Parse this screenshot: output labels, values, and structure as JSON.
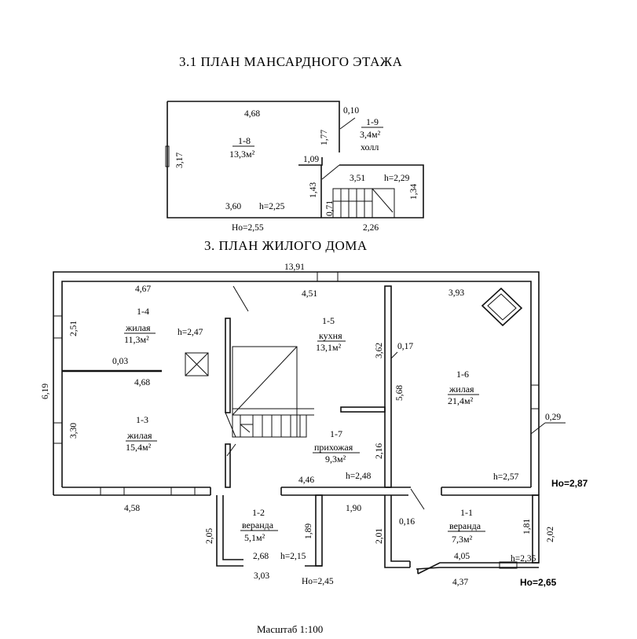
{
  "titles": {
    "attic": "3.1 ПЛАН МАНСАРДНОГО ЭТАЖА",
    "house": "3. ПЛАН ЖИЛОГО ДОМА"
  },
  "attic": {
    "room_1_8": {
      "num": "1-8",
      "area": "13,3м²"
    },
    "room_1_9": {
      "num": "1-9",
      "area": "3,4м²",
      "name": "холл"
    },
    "dims": {
      "top": "4,68",
      "left": "3,17",
      "d_010": "0,10",
      "d_177": "1,77",
      "d_109": "1,09",
      "d_351": "3,51",
      "h229": "h=2,29",
      "d_134": "1,34",
      "d_143": "1,43",
      "d_071": "0,71",
      "d_360": "3,60",
      "h225": "h=2,25",
      "ho255": "Ho=2,55",
      "d_226": "2,26"
    }
  },
  "house": {
    "rooms": {
      "r14": {
        "num": "1-4",
        "name": "жилая",
        "area": "11,3м²"
      },
      "r13": {
        "num": "1-3",
        "name": "жилая",
        "area": "15,4м²"
      },
      "r15": {
        "num": "1-5",
        "name": "кухня",
        "area": "13,1м²"
      },
      "r17": {
        "num": "1-7",
        "name": "прихожая",
        "area": "9,3м²"
      },
      "r16": {
        "num": "1-6",
        "name": "жилая",
        "area": "21,4м²"
      },
      "r12": {
        "num": "1-2",
        "name": "веранда",
        "area": "5,1м²"
      },
      "r11": {
        "num": "1-1",
        "name": "веранда",
        "area": "7,3м²"
      }
    },
    "dims": {
      "total": "13,91",
      "d_467": "4,67",
      "d_451": "4,51",
      "d_393": "3,93",
      "d_251": "2,51",
      "h247": "h=2,47",
      "d_362": "3,62",
      "d_017": "0,17",
      "d_003": "0,03",
      "d_468": "4,68",
      "d_619": "6,19",
      "d_568": "5,68",
      "d_330": "3,30",
      "d_029": "0,29",
      "d_216": "2,16",
      "h248": "h=2,48",
      "d_446": "4,46",
      "h257": "h=2,57",
      "ho287": "Ho=2,87",
      "d_458": "4,58",
      "d_190": "1,90",
      "d_205": "2,05",
      "d_189": "1,89",
      "d_201": "2,01",
      "d_016": "0,16",
      "d_181": "1,81",
      "d_202": "2,02",
      "d_268": "2,68",
      "h215": "h=2,15",
      "d_405": "4,05",
      "h235": "h=2,35",
      "d_303": "3,03",
      "ho245": "Ho=2,45",
      "d_437": "4,37",
      "ho265": "Ho=2,65"
    }
  },
  "scale": "Масштаб 1:100"
}
